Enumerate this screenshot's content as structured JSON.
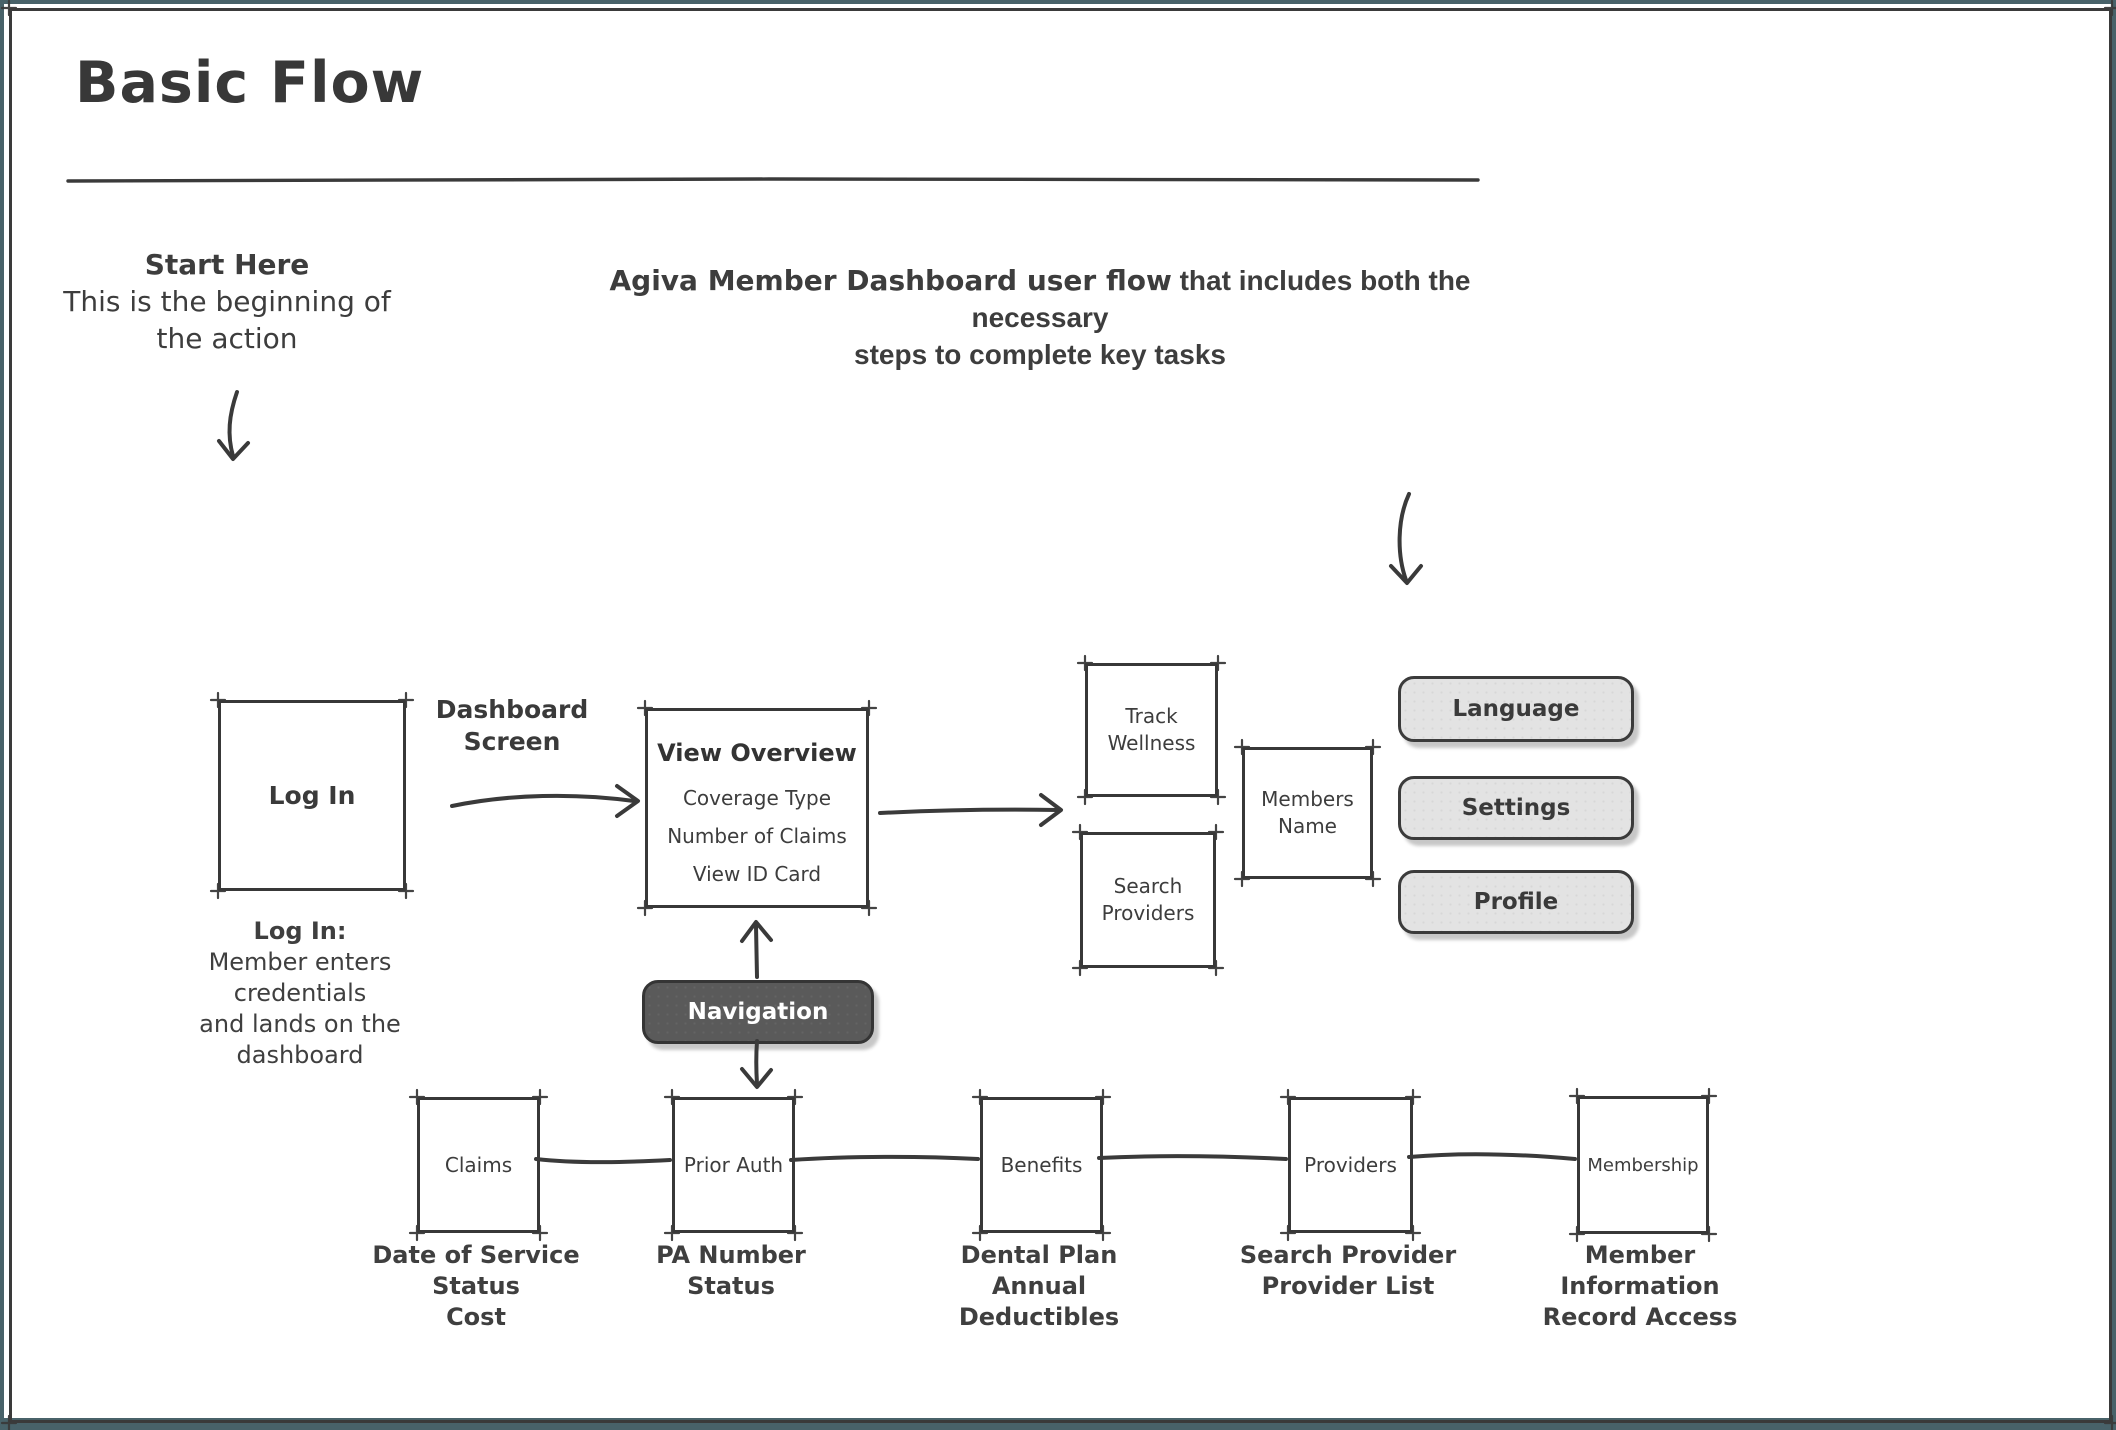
{
  "title": "Basic Flow",
  "notes": {
    "start": {
      "heading": "Start Here",
      "line1": "This is the beginning of",
      "line2": "the action"
    },
    "flow": {
      "emphasis": "Agiva Member Dashboard user flow",
      "line1_rest": " that includes both the necessary",
      "line2": "steps to complete key tasks"
    }
  },
  "nodes": {
    "login": {
      "label": "Log In"
    },
    "login_caption": {
      "heading": "Log In:",
      "line1": "Member enters credentials",
      "line2": "and lands on the dashboard"
    },
    "dashboard_screen": {
      "line1": "Dashboard",
      "line2": "Screen"
    },
    "view_overview": {
      "title": "View Overview",
      "items": [
        "Coverage Type",
        "Number of Claims",
        "View ID Card"
      ]
    },
    "track_wellness": {
      "line1": "Track",
      "line2": "Wellness"
    },
    "search_providers": {
      "line1": "Search",
      "line2": "Providers"
    },
    "members_name": {
      "line1": "Members",
      "line2": "Name"
    }
  },
  "buttons": {
    "language": "Language",
    "settings": "Settings",
    "profile": "Profile",
    "navigation": "Navigation"
  },
  "bottom_nav": [
    {
      "label": "Claims",
      "caption": [
        "Date of Service",
        "Status",
        "Cost"
      ]
    },
    {
      "label": "Prior Auth",
      "caption": [
        "PA Number",
        "Status"
      ]
    },
    {
      "label": "Benefits",
      "caption": [
        "Dental Plan",
        "Annual Deductibles"
      ]
    },
    {
      "label": "Providers",
      "caption": [
        "Search Provider",
        "Provider List"
      ]
    },
    {
      "label": "Membership",
      "caption": [
        "Member Information",
        "Record Access"
      ]
    }
  ],
  "colors": {
    "ink": "#3a3a3a",
    "frame_background": "#486269",
    "canvas": "#ffffff",
    "button_fill": "#e3e3e3",
    "navigation_fill": "#5a5a5a"
  }
}
